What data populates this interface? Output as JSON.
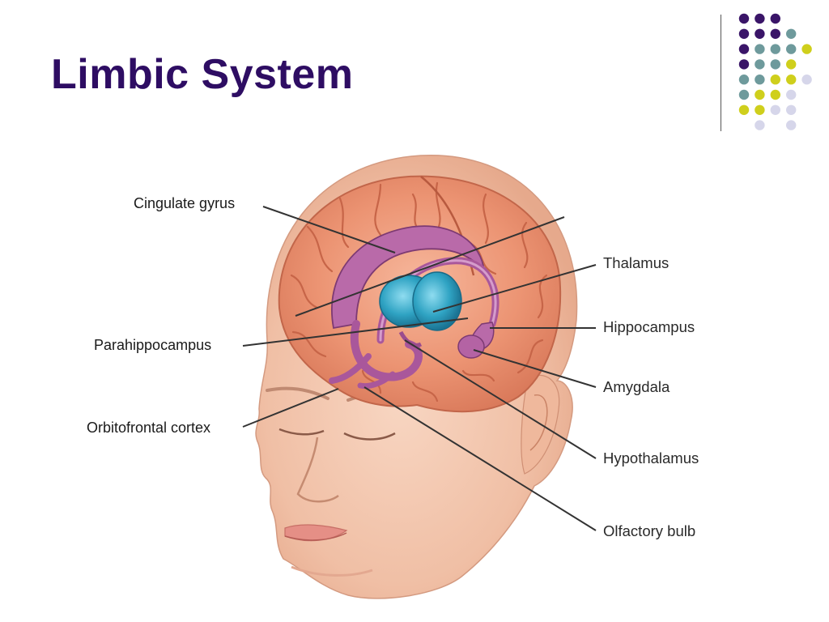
{
  "slide": {
    "title": "Limbic System",
    "title_color": "#2e0d63"
  },
  "dot_palette": {
    "purple": "#3a1568",
    "teal": "#6e9a9c",
    "yellow": "#cfcf1c",
    "lavender": "#d6d6ea"
  },
  "diagram": {
    "labels_left": {
      "cingulate_gyrus": "Cingulate gyrus",
      "parahippocampus": "Parahippocampus",
      "orbitofrontal_cortex": "Orbitofrontal cortex"
    },
    "labels_right": {
      "thalamus": "Thalamus",
      "hippocampus": "Hippocampus",
      "amygdala": "Amygdala",
      "hypothalamus": "Hypothalamus",
      "olfactory_bulb": "Olfactory bulb"
    },
    "colors": {
      "skin": "#f4c9b0",
      "cortex": "#e98f6f",
      "limbic": "#b565a7",
      "thalamus": "#2e9fbf"
    }
  }
}
